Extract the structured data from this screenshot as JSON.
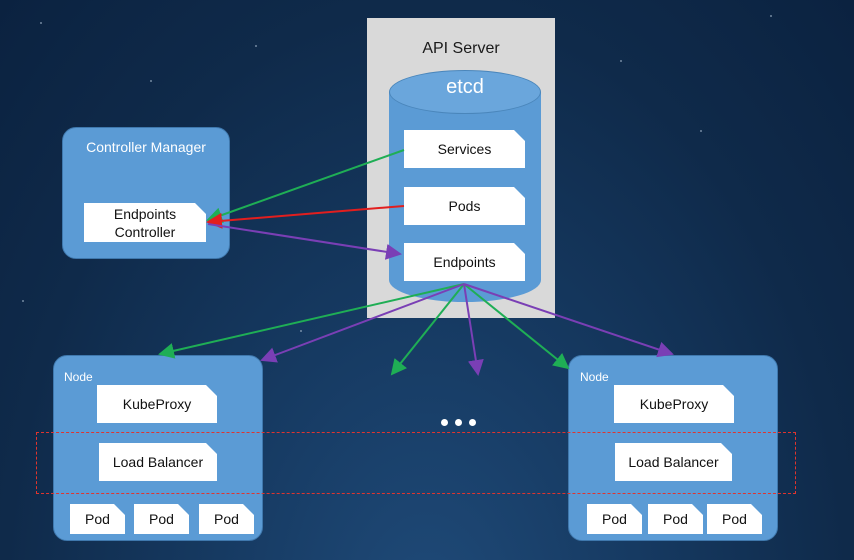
{
  "api_server": {
    "title": "API Server"
  },
  "etcd": {
    "label": "etcd",
    "resources": {
      "services": "Services",
      "pods": "Pods",
      "endpoints": "Endpoints"
    }
  },
  "controller_manager": {
    "title": "Controller Manager",
    "endpoints_controller": "Endpoints Controller"
  },
  "nodes": [
    {
      "label": "Node",
      "kube_proxy": "KubeProxy",
      "load_balancer": "Load Balancer",
      "pods": [
        "Pod",
        "Pod",
        "Pod"
      ]
    },
    {
      "label": "Node",
      "kube_proxy": "KubeProxy",
      "load_balancer": "Load Balancer",
      "pods": [
        "Pod",
        "Pod",
        "Pod"
      ]
    }
  ],
  "ellipsis": "...",
  "colors": {
    "watch_services": "#1fae55",
    "watch_pods": "#e21e1e",
    "write_endpoints": "#7a3fb5",
    "node_box": "#5b9bd5",
    "api_server_bg": "#d9d9d9",
    "dashed_region": "#e0342e"
  }
}
